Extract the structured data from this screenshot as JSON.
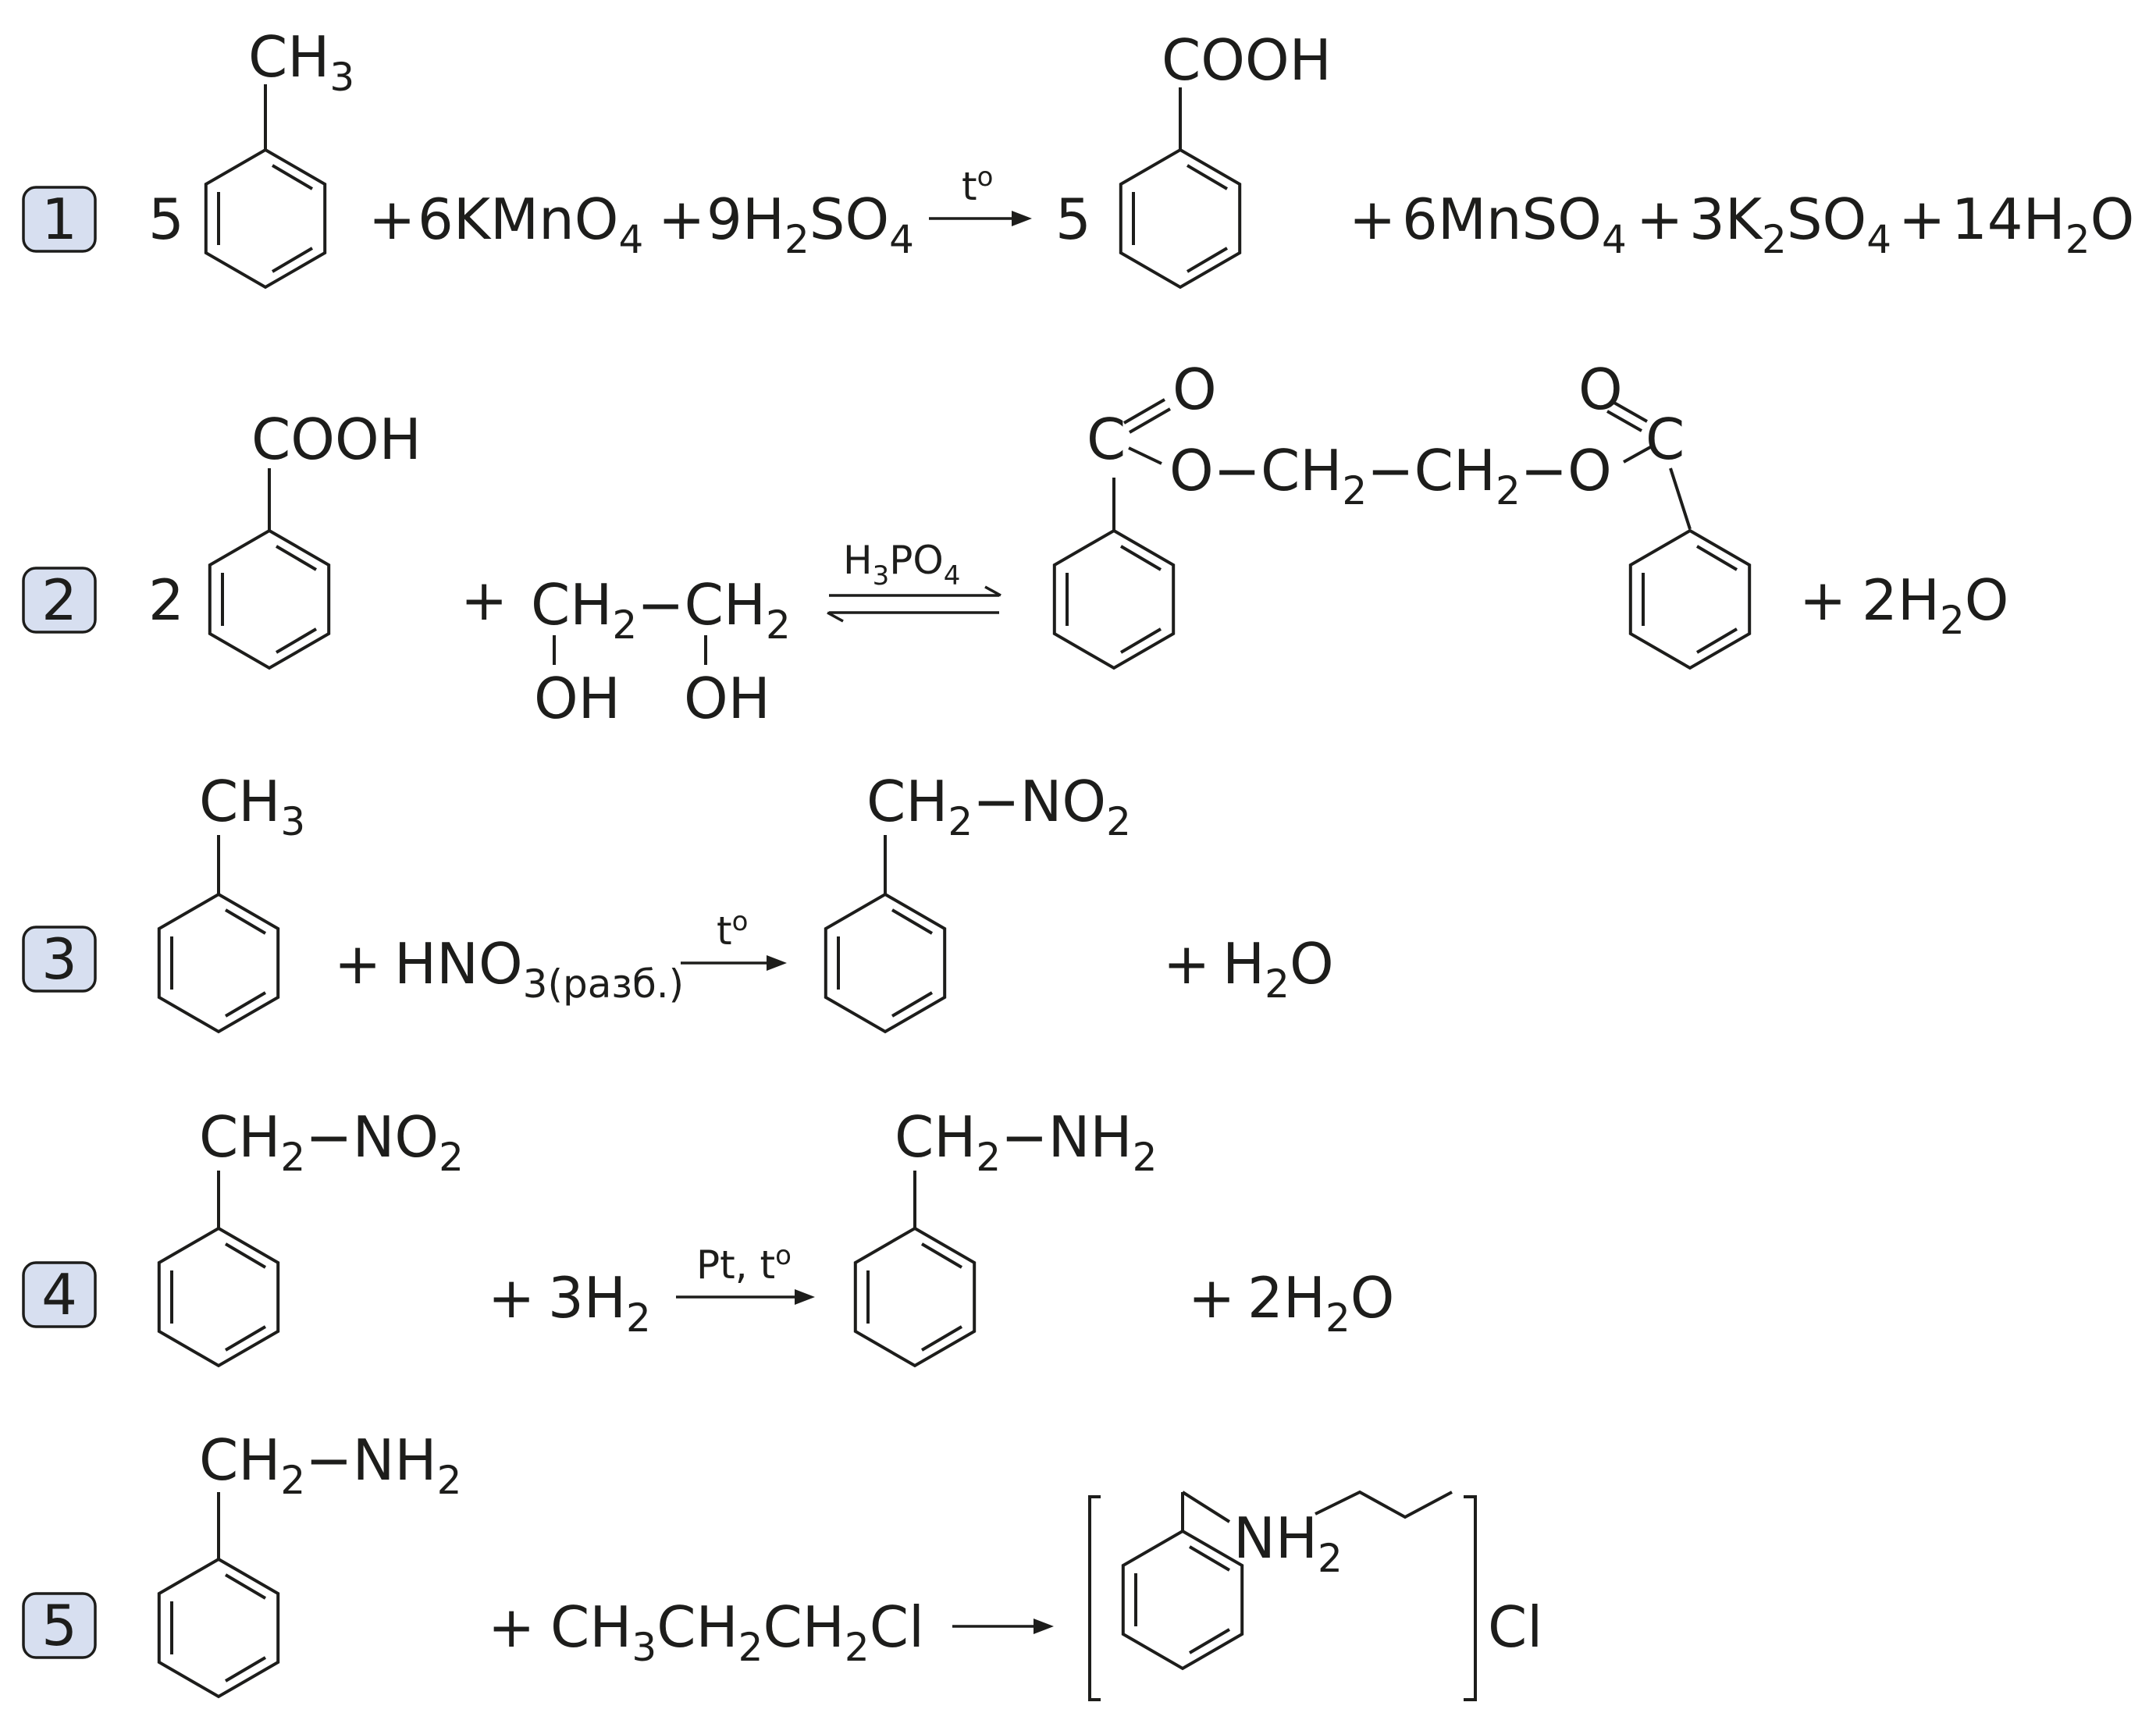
{
  "reactions": [
    {
      "number": "1",
      "coef_reactant": "5",
      "reactant_substituent": {
        "main": "CH",
        "sub": "3"
      },
      "plus_reagents": [
        {
          "coef": "6",
          "formula": "KMnO",
          "sub": "4"
        },
        {
          "coef": "9",
          "formula": "H",
          "sub1": "2",
          "formula2": "SO",
          "sub2": "4"
        }
      ],
      "condition": "t",
      "condition_sup": "o",
      "coef_product": "5",
      "product_substituent": "COOH",
      "byproducts": [
        {
          "coef": "6",
          "formula": "MnSO",
          "sub": "4"
        },
        {
          "coef": "3",
          "formula": "K",
          "sub1": "2",
          "formula2": "SO",
          "sub2": "4"
        },
        {
          "coef": "14",
          "formula": "H",
          "sub1": "2",
          "formula2": "O"
        }
      ],
      "plus": "+"
    },
    {
      "number": "2",
      "coef_reactant": "2",
      "reactant_substituent": "COOH",
      "glycol": {
        "ch2_a": "CH",
        "ch2_b": "CH",
        "sub": "2",
        "oh": "OH",
        "dash": "−"
      },
      "condition": "H",
      "condition_sub1": "3",
      "condition_mid": "PO",
      "condition_sub2": "4",
      "ester": {
        "c": "C",
        "o": "O",
        "ch": "CH",
        "sub": "2",
        "dash": "−"
      },
      "byproduct": {
        "coef": "2",
        "formula": "H",
        "sub": "2",
        "formula2": "O"
      },
      "plus": "+"
    },
    {
      "number": "3",
      "reactant_substituent": {
        "main": "CH",
        "sub": "3"
      },
      "reagent": {
        "formula": "HNO",
        "sub": "3(разб.)"
      },
      "condition": "t",
      "condition_sup": "o",
      "product_substituent": {
        "ch": "CH",
        "sub": "2",
        "dash": "−",
        "group": "NO",
        "gsub": "2"
      },
      "byproduct": {
        "formula": "H",
        "sub": "2",
        "formula2": "O"
      },
      "plus": "+"
    },
    {
      "number": "4",
      "reactant_substituent": {
        "ch": "CH",
        "sub": "2",
        "dash": "−",
        "group": "NO",
        "gsub": "2"
      },
      "reagent": {
        "coef": "3",
        "formula": "H",
        "sub": "2"
      },
      "condition": "Pt, t",
      "condition_sup": "o",
      "product_substituent": {
        "ch": "CH",
        "sub": "2",
        "dash": "−",
        "group": "NH",
        "gsub": "2"
      },
      "byproduct": {
        "coef": "2",
        "formula": "H",
        "sub": "2",
        "formula2": "O"
      },
      "plus": "+"
    },
    {
      "number": "5",
      "reactant_substituent": {
        "ch": "CH",
        "sub": "2",
        "dash": "−",
        "group": "NH",
        "gsub": "2"
      },
      "reagent": {
        "p1": "CH",
        "s1": "3",
        "p2": "CH",
        "s2": "2",
        "p3": "CH",
        "s3": "2",
        "p4": "Cl"
      },
      "product": {
        "nh": "NH",
        "sub": "2",
        "counter_ion": "Cl"
      },
      "plus": "+"
    }
  ]
}
